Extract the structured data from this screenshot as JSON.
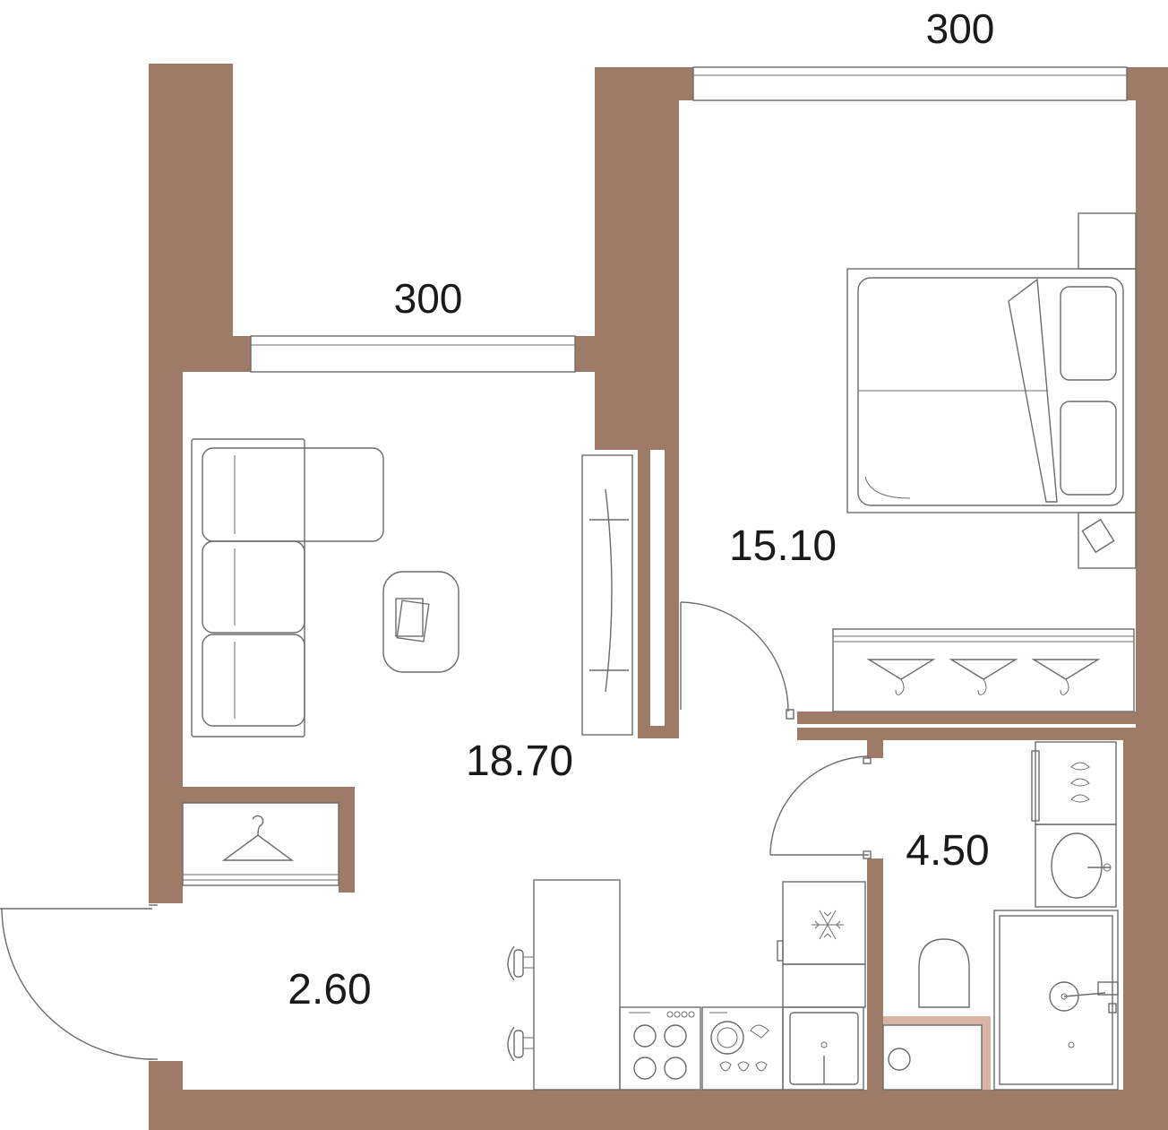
{
  "dimensions": {
    "top_window": "300",
    "left_window": "300"
  },
  "rooms": {
    "living": "18.70",
    "bedroom": "15.10",
    "bathroom": "4.50",
    "hall": "2.60"
  },
  "colors": {
    "wall": "#9e7b67",
    "wall_light": "#d9b3a6",
    "line": "#6b6b6b"
  }
}
